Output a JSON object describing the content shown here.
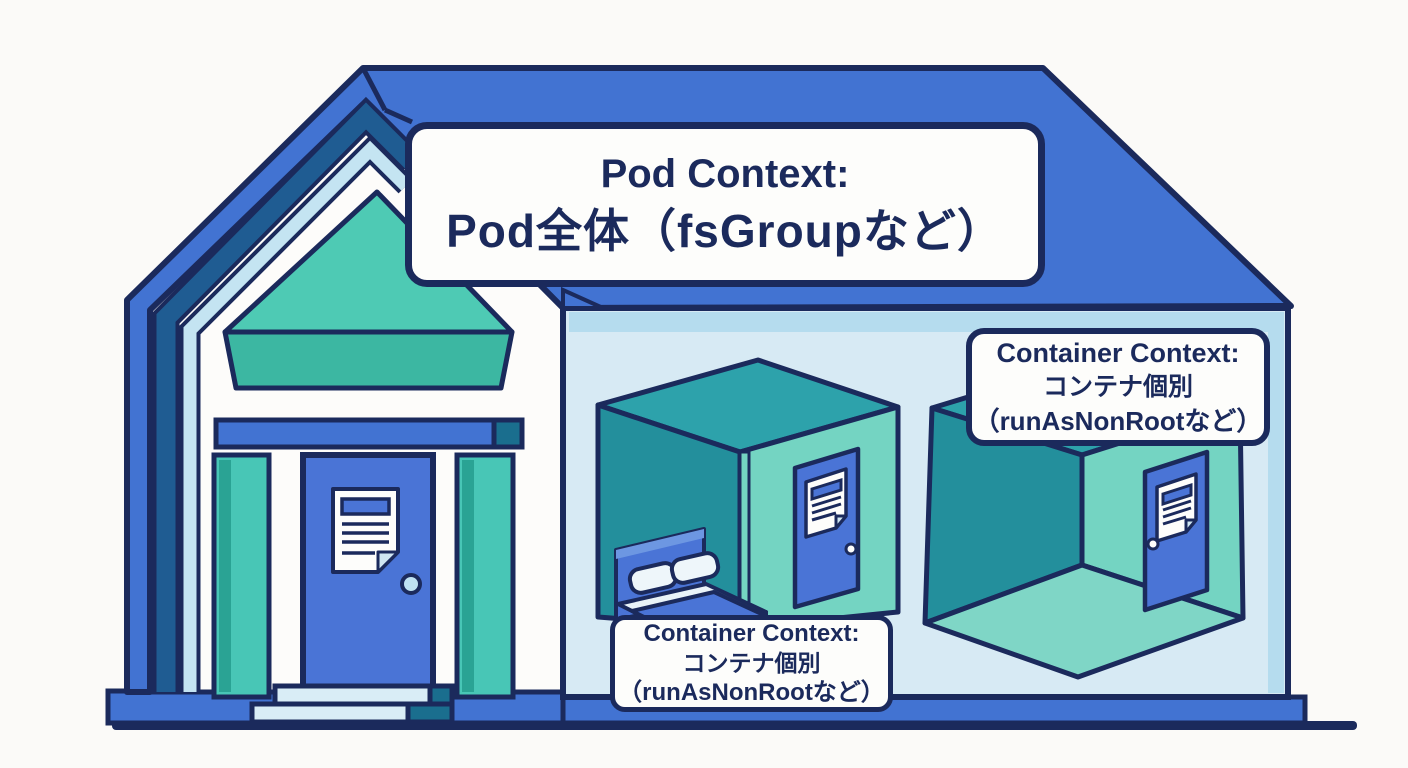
{
  "labels": {
    "pod": {
      "line1": "Pod Context:",
      "line2": "Pod全体（fsGroupなど）"
    },
    "container_bottom": {
      "line1": "Container Context:",
      "line2": "コンテナ個別",
      "line3": "（runAsNonRootなど）"
    },
    "container_right": {
      "line1": "Container Context:",
      "line2": "コンテナ個別",
      "line3": "（runAsNonRootなど）"
    }
  },
  "colors": {
    "navy": "#1b2a5c",
    "roof_blue": "#4273d2",
    "dark_blue_stripe": "#1f5c92",
    "light_blue_stripe": "#c4e4f2",
    "wall_white": "#fdfcfa",
    "background": "#fbfaf8",
    "interior_bg": "#d7eaf4",
    "interior_band": "#b5dcee",
    "teal_light": "#4ecab4",
    "teal_dark": "#3cb7a2",
    "pillar_teal": "#48c6b6",
    "pillar_shade": "#2aa394",
    "cube_top": "#2da2ab",
    "cube_left": "#238f9c",
    "cube_right": "#74d4c2",
    "cube_floor": "#7fd6c6",
    "door_blue": "#4a74d6",
    "knob_light": "#bfe2f2",
    "step_light": "#d9edf6",
    "accent_dark_teal": "#1a6e8e",
    "bed_front": "#3a67c6",
    "pillow": "#eef6fa",
    "paper_fold": "#cfe6f2",
    "label_bg": "#fdfdfb",
    "label_text": "#1b2a5c"
  }
}
